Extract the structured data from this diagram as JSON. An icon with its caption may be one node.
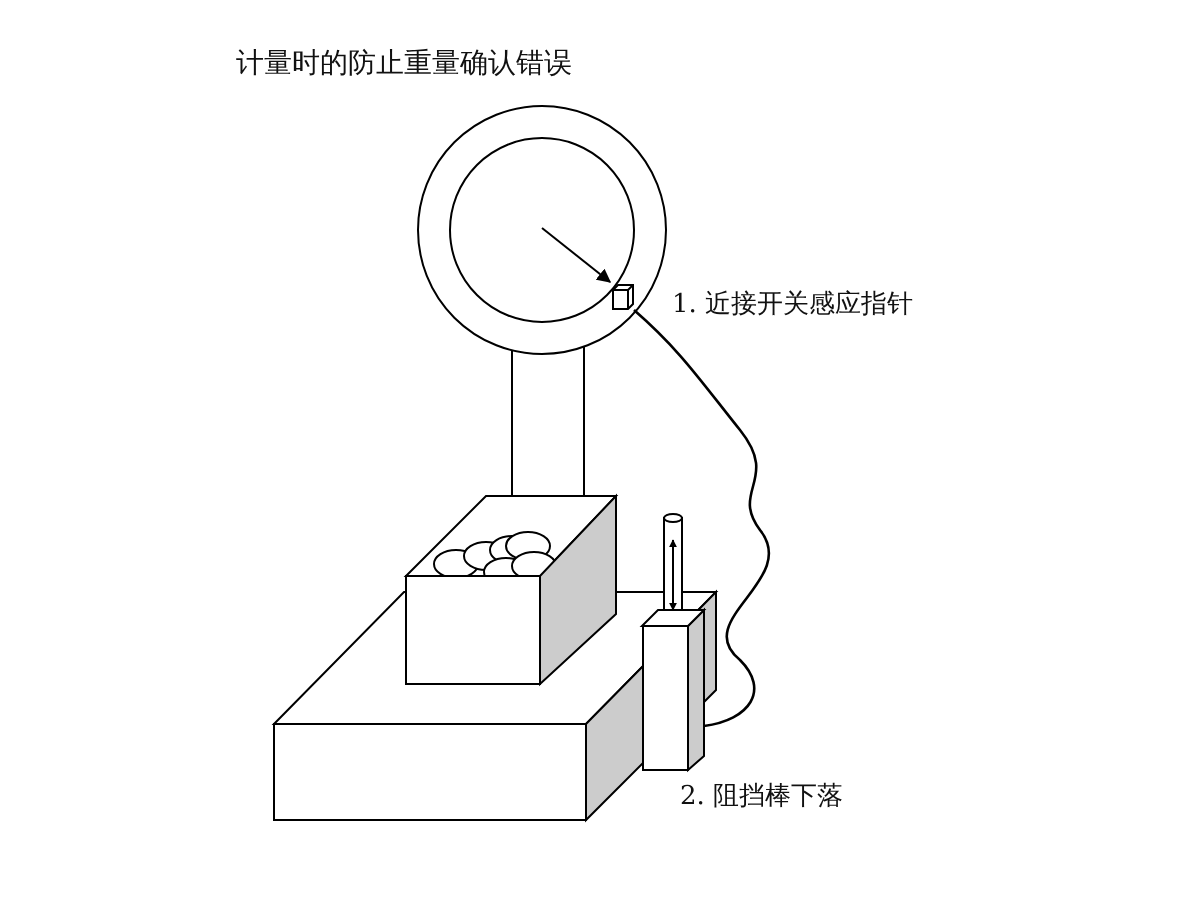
{
  "diagram": {
    "title": "计量时的防止重量确认错误",
    "nodes": [
      {
        "text": [],
        "shape": "box",
        "beside": [
          "1. 近接开关感应指针"
        ]
      },
      {
        "text": [],
        "shape": "box",
        "beside": [
          "2. 阻挡棒下落"
        ]
      }
    ],
    "edges": [
      {
        "from": 0,
        "to": 1,
        "arrow": "none"
      }
    ]
  }
}
